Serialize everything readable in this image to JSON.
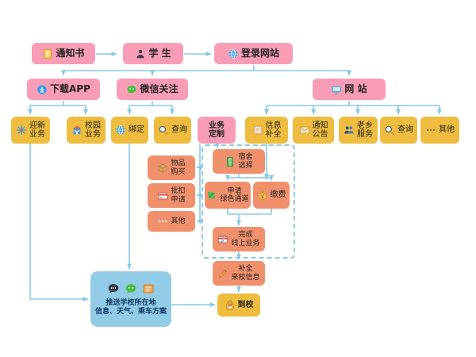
{
  "nodes": {
    "notice": "通知书",
    "student": "学 生",
    "login": "登录网站",
    "download_app": "下载APP",
    "wechat_follow": "微信关注",
    "website": "网 站",
    "welcome_service": "迎新\n业务",
    "campus_service": "校园\n业务",
    "bind": "绑定",
    "query_wechat": "查询",
    "business_custom": "业务\n定制",
    "info_complete": "信息\n补全",
    "notice_announce": "通知\n公告",
    "fellow_service": "老乡\n服务",
    "query_web": "查询",
    "other_web": "其他",
    "item_purchase": "物品\n购买",
    "batch_deduct": "批扣\n申请",
    "other_wechat": "其他",
    "dorm_select": "宿舍\n选择",
    "green_channel": "申请\n绿色通道",
    "pay": "缴费",
    "finish_online": "完成\n线上业务",
    "fill_arrival_info": "补全\n来校信息",
    "arrive": "到校",
    "push_info": "推送学校所在地\n信息、天气、乘车方案"
  },
  "colors": {
    "pink": "#f99db6",
    "yellow": "#eebc3f",
    "orange": "#f0906c",
    "light_blue_box": "#92cbe6",
    "arrow": "#85c9e6"
  },
  "icons": [
    "document-icon",
    "student-icon",
    "globe-icon",
    "download-app-icon",
    "wechat-icon",
    "monitor-icon",
    "snowflake-icon",
    "school-building-icon",
    "search-icon",
    "form-icon",
    "envelope-icon",
    "people-icon",
    "dots-icon",
    "box-icon",
    "bank-card-icon",
    "dorm-icon",
    "leaf-icon",
    "moneybag-icon",
    "card-check-icon",
    "pencil-icon",
    "backpack-icon",
    "chat-bubble-icon",
    "ticket-icon"
  ]
}
